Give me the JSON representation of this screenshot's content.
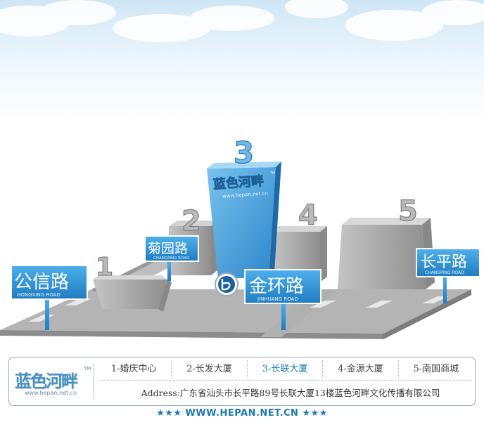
{
  "map": {
    "roads": [
      {
        "id": "gongxing",
        "name": "公信路",
        "pinyin": "GONGXING ROAD"
      },
      {
        "id": "juyuan",
        "name": "菊园路",
        "pinyin": "CHANGPING ROAD"
      },
      {
        "id": "jinhuan",
        "name": "金环路",
        "pinyin": "JINHUANG ROAD"
      },
      {
        "id": "changping",
        "name": "长平路",
        "pinyin": "CHANGPING ROAD"
      }
    ],
    "building_numbers": [
      "1",
      "2",
      "3",
      "4",
      "5"
    ],
    "logo": {
      "name": "蓝色河畔",
      "url": "www.hepan.net.cn",
      "tm": "TM"
    }
  },
  "footer": {
    "logo": {
      "name": "蓝色河畔",
      "url": "www.hepan.net.cn",
      "tm": "TM"
    },
    "nav": [
      {
        "label": "1-婚庆中心",
        "active": false
      },
      {
        "label": "2-长发大厦",
        "active": false
      },
      {
        "label": "3-长联大厦",
        "active": true
      },
      {
        "label": "4-金源大厦",
        "active": false
      },
      {
        "label": "5-南国商城",
        "active": false
      }
    ],
    "address": "Address:广东省汕头市长平路89号长联大厦13楼蓝色河畔文化传播有限公司",
    "site_banner": "★★★ WWW.HEPAN.NET.CN ★★★"
  },
  "colors": {
    "sky_top": "#d8ebf7",
    "road_gray": "#a7a7a7",
    "sign_blue": "#2f8fd0",
    "building_blue": "#4aa3de",
    "accent": "#1c7bb0"
  }
}
